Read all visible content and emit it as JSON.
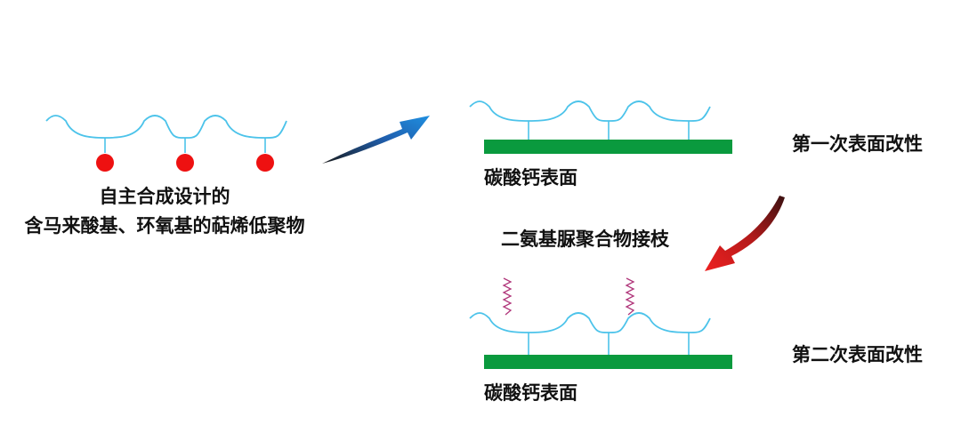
{
  "labels": {
    "polymer_line1": "自主合成设计的",
    "polymer_line2": "含马来酸基、环氧基的萜烯低聚物",
    "surface_top": "碳酸钙表面",
    "surface_bottom": "碳酸钙表面",
    "mod_first": "第一次表面改性",
    "mod_second": "第二次表面改性",
    "grafting": "二氨基脲聚合物接枝"
  },
  "colors": {
    "chain": "#4cc3ea",
    "dot": "#ee1111",
    "surface": "#0a9a3e",
    "graft": "#b0357a",
    "arrow_blue": "#1d6fc4",
    "arrow_red": "#d9161c",
    "arrow_dark": "#222222"
  }
}
